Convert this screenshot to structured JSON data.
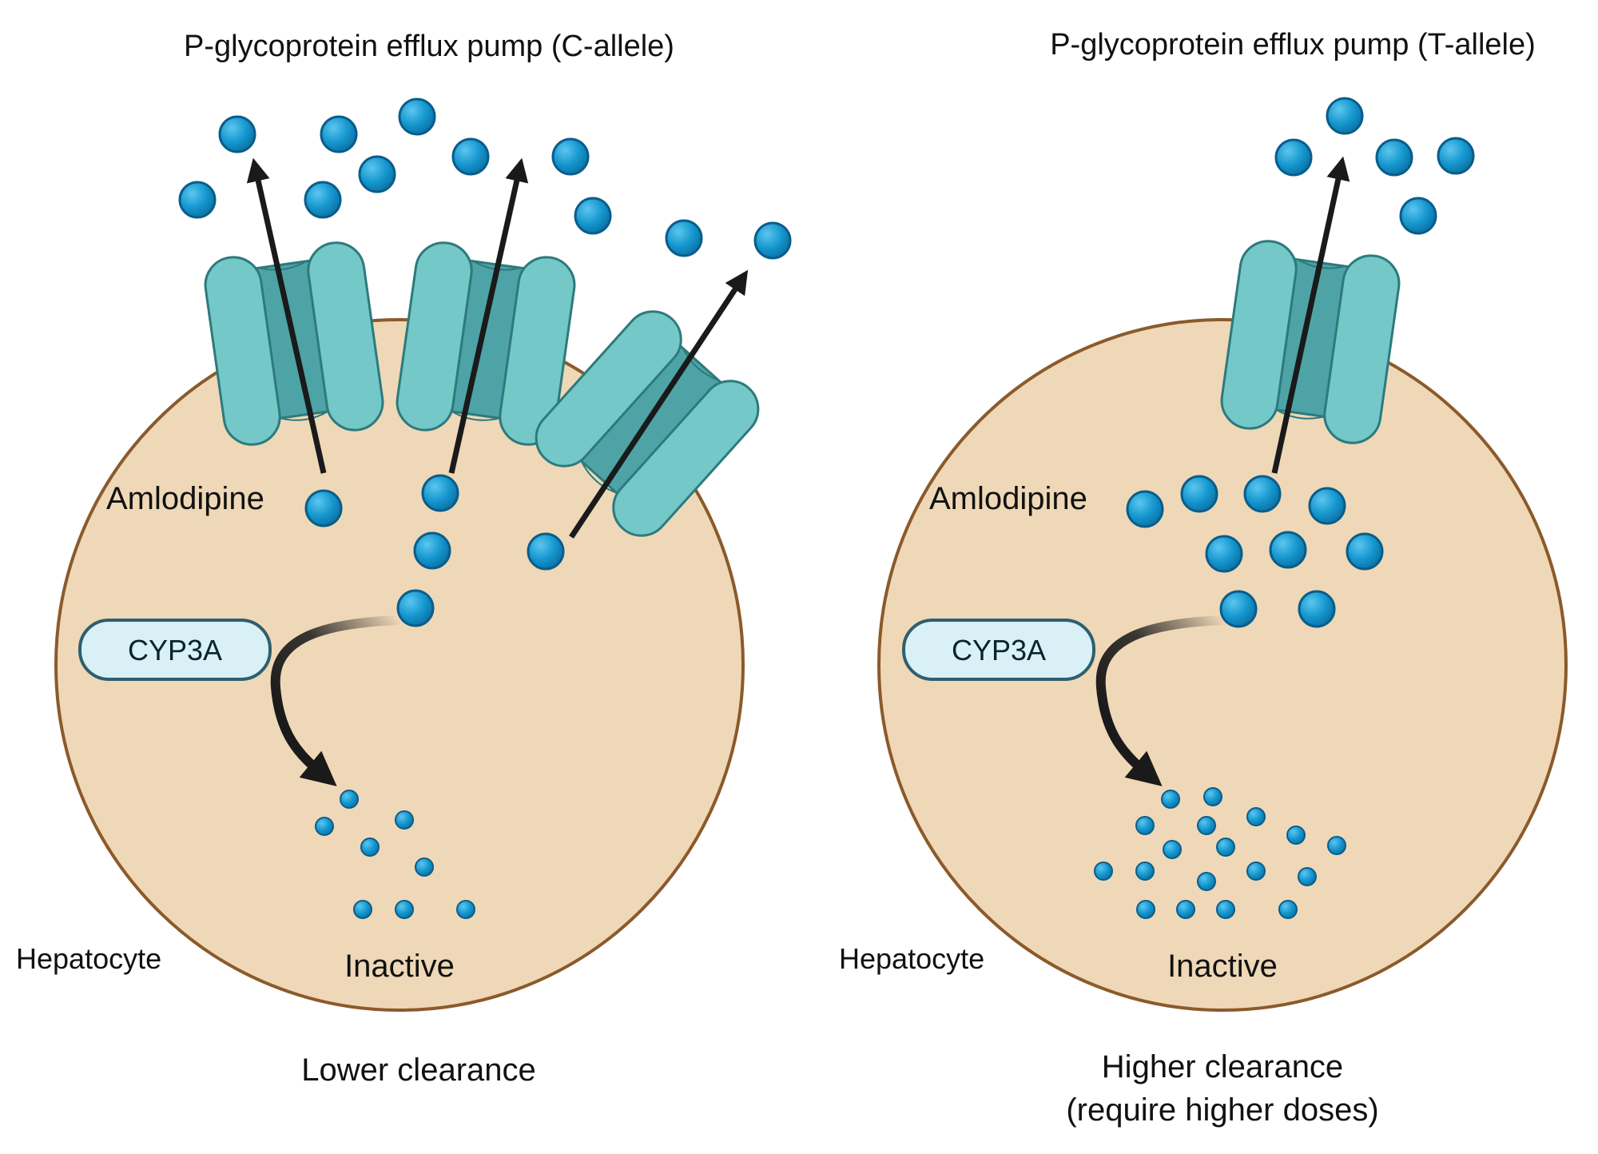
{
  "panels": [
    {
      "id": "c-allele",
      "title": "P-glycoprotein efflux pump (C-allele)",
      "drug_label": "Amlodipine",
      "enzyme_label": "CYP3A",
      "metabolite_label": "Inactive",
      "cell_label": "Hepatocyte",
      "clearance_lines": [
        "Lower clearance"
      ],
      "pump_count": 3
    },
    {
      "id": "t-allele",
      "title": "P-glycoprotein efflux pump (T-allele)",
      "drug_label": "Amlodipine",
      "enzyme_label": "CYP3A",
      "metabolite_label": "Inactive",
      "cell_label": "Hepatocyte",
      "clearance_lines": [
        "Higher clearance",
        "(require higher doses)"
      ],
      "pump_count": 1
    }
  ],
  "colors": {
    "cell_fill": "#efd8b7",
    "cell_stroke": "#8b5a2b",
    "pump_light": "#74c8c8",
    "pump_dark": "#4ea3a6",
    "pump_stroke": "#2d7a7d",
    "molecule": "#1597cf",
    "molecule_stroke": "#0a5d8a",
    "enzyme_fill": "#d9f0f7",
    "enzyme_stroke": "#2f5f6e",
    "arrow": "#1a1a1a"
  }
}
